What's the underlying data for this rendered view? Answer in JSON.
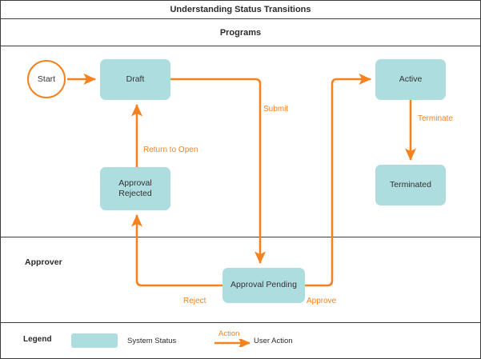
{
  "title": "Understanding Status Transitions",
  "lanes": {
    "programs": {
      "label": "Programs"
    },
    "approver": {
      "label": "Approver"
    }
  },
  "nodes": {
    "start": {
      "label": "Start",
      "shape": "circle",
      "color": "#F5821F"
    },
    "draft": {
      "label": "Draft",
      "color": "#ADDDDE"
    },
    "approval_rejected": {
      "label": "Approval\nRejected",
      "line1": "Approval",
      "line2": "Rejected",
      "color": "#ADDDDE"
    },
    "approval_pending": {
      "label": "Approval Pending",
      "color": "#ADDDDE"
    },
    "active": {
      "label": "Active",
      "color": "#ADDDDE"
    },
    "terminated": {
      "label": "Terminated",
      "color": "#ADDDDE"
    }
  },
  "edges": {
    "start_to_draft": {
      "label": ""
    },
    "draft_to_pending": {
      "label": "Submit"
    },
    "pending_to_active": {
      "label": "Approve"
    },
    "pending_to_rejected": {
      "label": "Reject"
    },
    "rejected_to_draft": {
      "label": "Return to Open"
    },
    "active_to_terminated": {
      "label": "Terminate"
    }
  },
  "legend": {
    "title": "Legend",
    "system_status": "System Status",
    "action": "Action",
    "user_action": "User Action",
    "swatch_color": "#ADDDDE",
    "arrow_color": "#F5821F"
  }
}
